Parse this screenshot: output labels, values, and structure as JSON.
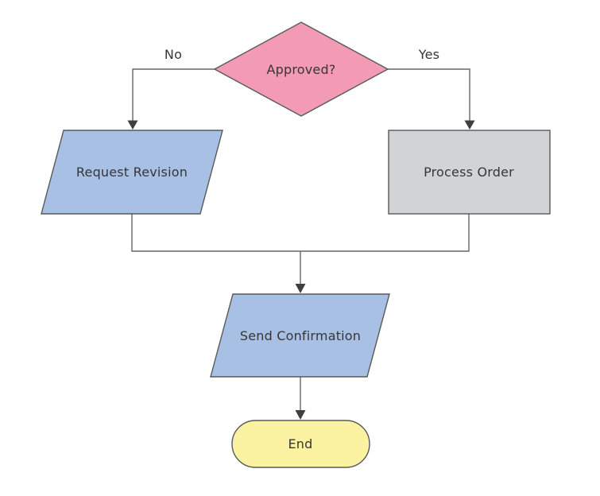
{
  "diagram": {
    "type": "flowchart",
    "background": "#ffffff",
    "colors": {
      "decision_fill": "#f39bb5",
      "io_fill": "#a8c0e4",
      "process_fill": "#d2d3d5",
      "terminator_fill": "#fbf3a2",
      "border": "#595959",
      "connector": "#666666",
      "arrowhead": "#3f3f3f",
      "text": "#363636"
    },
    "nodes": {
      "approved": {
        "label": "Approved?",
        "shape": "decision-diamond"
      },
      "request_revision": {
        "label": "Request Revision",
        "shape": "io-parallelogram"
      },
      "process_order": {
        "label": "Process Order",
        "shape": "process-rectangle"
      },
      "send_confirmation": {
        "label": "Send Confirmation",
        "shape": "io-parallelogram"
      },
      "end": {
        "label": "End",
        "shape": "terminator-stadium"
      }
    },
    "edges": {
      "no_branch": {
        "from": "approved",
        "to": "request_revision",
        "label": "No"
      },
      "yes_branch": {
        "from": "approved",
        "to": "process_order",
        "label": "Yes"
      },
      "revision_merge": {
        "from": "request_revision",
        "to": "merge-junction",
        "label": ""
      },
      "order_merge": {
        "from": "process_order",
        "to": "merge-junction",
        "label": ""
      },
      "merge_to_confirmation": {
        "from": "merge-junction",
        "to": "send_confirmation",
        "label": ""
      },
      "confirmation_to_end": {
        "from": "send_confirmation",
        "to": "end",
        "label": ""
      }
    }
  }
}
